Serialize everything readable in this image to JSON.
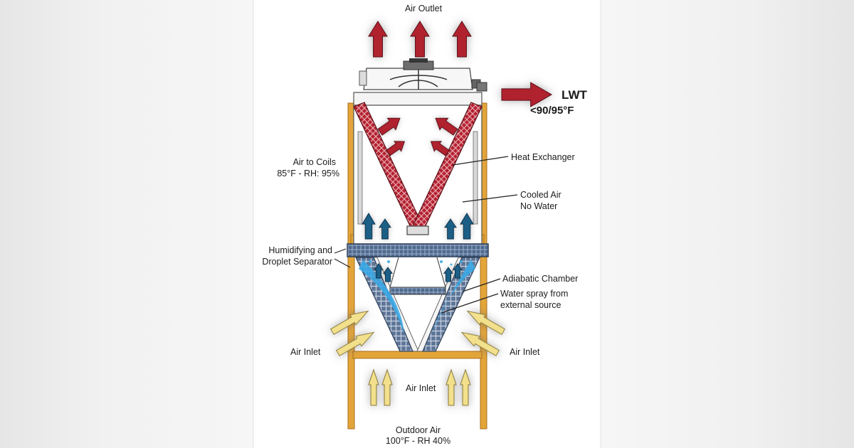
{
  "labels": {
    "air_outlet": "Air Outlet",
    "lwt_title": "LWT",
    "lwt_value": "<90/95°F",
    "air_to_coils_line1": "Air to Coils",
    "air_to_coils_line2": "85°F - RH: 95%",
    "heat_exchanger": "Heat Exchanger",
    "cooled_air_line1": "Cooled Air",
    "cooled_air_line2": "No Water",
    "humidifying_line1": "Humidifying and",
    "humidifying_line2": "Droplet Separator",
    "adiabatic_chamber": "Adiabatic Chamber",
    "water_spray_line1": "Water spray from",
    "water_spray_line2": "external source",
    "air_inlet_left": "Air Inlet",
    "air_inlet_right": "Air Inlet",
    "air_inlet_bottom": "Air Inlet",
    "outdoor_air_line1": "Outdoor Air",
    "outdoor_air_line2": "100°F - RH 40%"
  },
  "colors": {
    "hot_air_arrow": "#b0202e",
    "cool_air_arrow": "#1f5f86",
    "inlet_air_arrow": "#f3e08c",
    "frame": "#e3a53a",
    "coil_red": "#b4202f",
    "coil_blue": "#6e86a8",
    "spray_blue": "#3aa9e6"
  },
  "icons": {
    "fan": "fan-icon",
    "arrow": "arrow-icon"
  }
}
